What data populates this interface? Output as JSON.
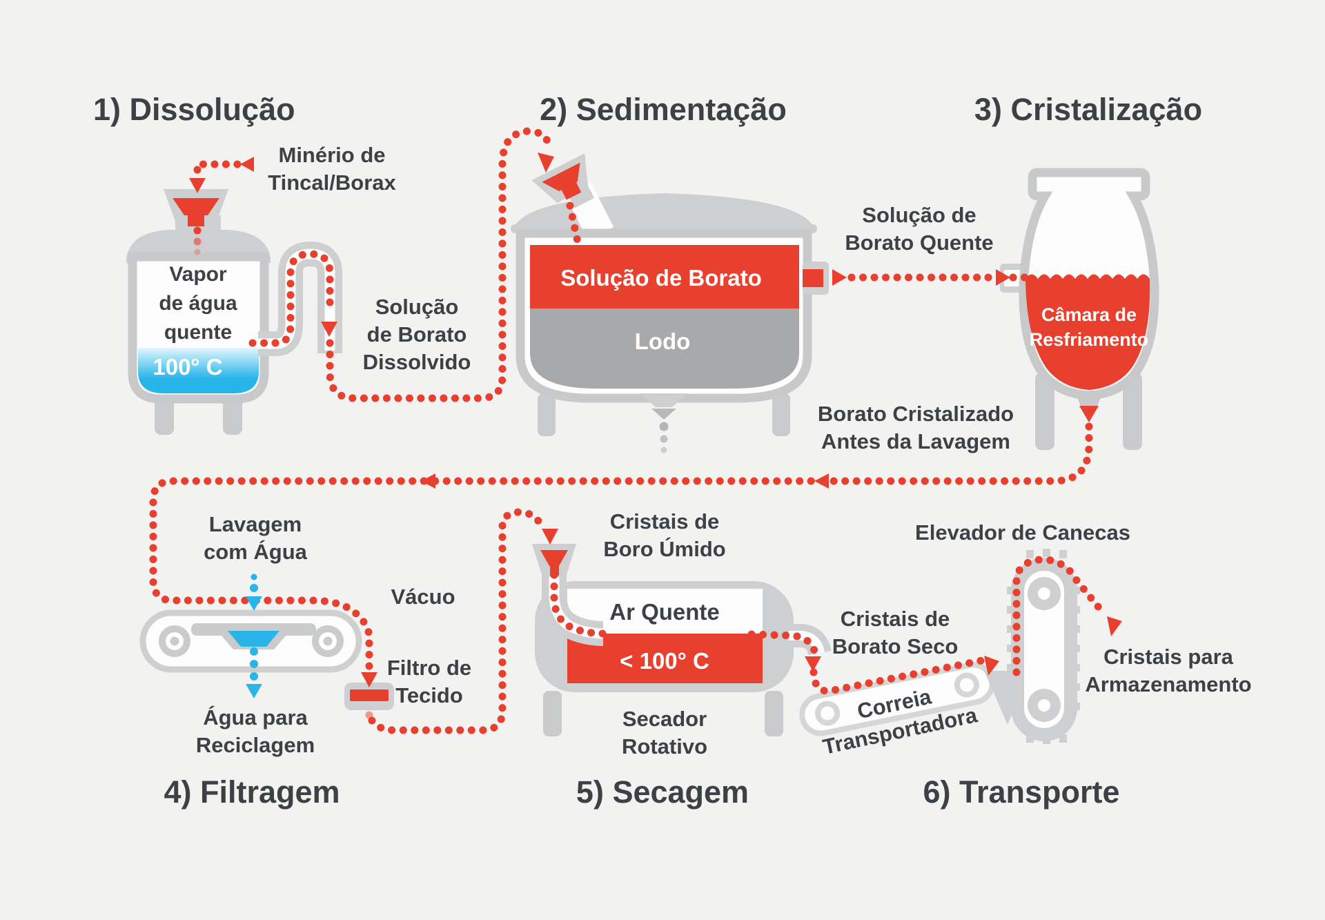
{
  "colors": {
    "background": "#f2f2f1",
    "accent_red": "#e8402f",
    "water_blue": "#2ab5e9",
    "text_dark": "#3d4146",
    "machine_gray": "#cdcfd1",
    "outline_gray": "#c7c9cb",
    "sludge_gray": "#a7a9ab",
    "faded_dot_gray": "#b2b4b6"
  },
  "process": {
    "sections": {
      "dissolucao": {
        "title": "1) Dissolução",
        "labels": {
          "minerio": [
            "Minério de",
            "Tincal/Borax"
          ],
          "vapor": [
            "Vapor",
            "de água",
            "quente"
          ],
          "temperatura": "100° C",
          "solucao_dissolvido": [
            "Solução",
            "de Borato",
            "Dissolvido"
          ]
        }
      },
      "sedimentacao": {
        "title": "2) Sedimentação",
        "labels": {
          "solucao_borato": "Solução de Borato",
          "lodo": "Lodo",
          "solucao_quente": [
            "Solução de",
            "Borato Quente"
          ]
        }
      },
      "cristalizacao": {
        "title": "3) Cristalização",
        "labels": {
          "camara": [
            "Câmara de",
            "Resfriamento"
          ],
          "borato_cristalizado": [
            "Borato Cristalizado",
            "Antes da Lavagem"
          ]
        }
      },
      "filtragem": {
        "title": "4) Filtragem",
        "labels": {
          "lavagem": [
            "Lavagem",
            "com Água"
          ],
          "vacuo": "Vácuo",
          "filtro_tecido": [
            "Filtro de",
            "Tecido"
          ],
          "agua_reciclagem": [
            "Água para",
            "Reciclagem"
          ]
        }
      },
      "secagem": {
        "title": "5) Secagem",
        "labels": {
          "cristais_umido": [
            "Cristais de",
            "Boro Úmido"
          ],
          "ar_quente": "Ar Quente",
          "temperatura": "< 100° C",
          "secador": [
            "Secador",
            "Rotativo"
          ]
        }
      },
      "transporte": {
        "title": "6) Transporte",
        "labels": {
          "elevador": "Elevador de Canecas",
          "cristais_seco": [
            "Cristais de",
            "Borato Seco"
          ],
          "correia": [
            "Correia",
            "Transportadora"
          ],
          "armazenamento": [
            "Cristais para",
            "Armazenamento"
          ]
        }
      }
    }
  }
}
